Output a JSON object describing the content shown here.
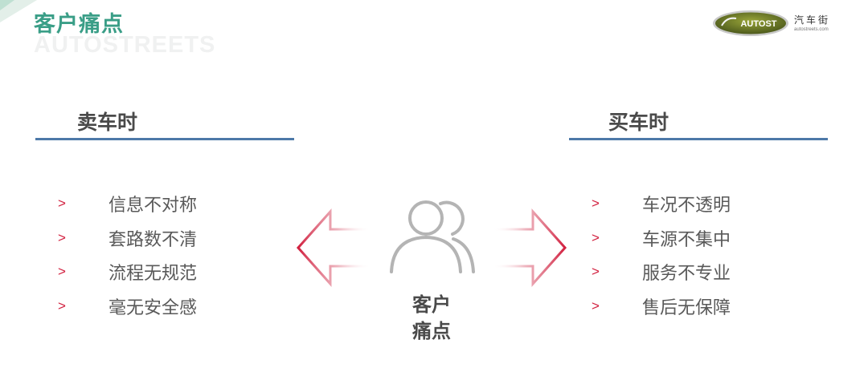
{
  "header": {
    "title": "客户痛点",
    "subtitle": "AUTOSTREETS"
  },
  "logo": {
    "badge_text": "AUTOST",
    "name_cn": "汽车街",
    "url": "autostreets.com"
  },
  "sell": {
    "heading": "卖车时",
    "items": [
      {
        "bullet": ">",
        "text": "信息不对称"
      },
      {
        "bullet": ">",
        "text": "套路数不清"
      },
      {
        "bullet": ">",
        "text": "流程无规范"
      },
      {
        "bullet": ">",
        "text": "毫无安全感"
      }
    ]
  },
  "buy": {
    "heading": "买车时",
    "items": [
      {
        "bullet": ">",
        "text": "车况不透明"
      },
      {
        "bullet": ">",
        "text": "车源不集中"
      },
      {
        "bullet": ">",
        "text": "服务不专业"
      },
      {
        "bullet": ">",
        "text": "售后无保障"
      }
    ]
  },
  "center": {
    "line1": "客户",
    "line2": "痛点"
  },
  "colors": {
    "title": "#3a9e87",
    "rule": "#4d79a8",
    "accent_red": "#d2203f",
    "icon_gray": "#b4b4b4"
  }
}
